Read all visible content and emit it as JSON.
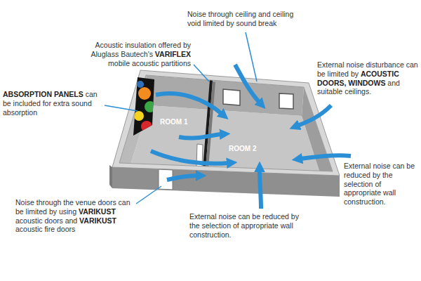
{
  "diagram": {
    "labels": [
      "Acoustic insulation offered by Aluglass Bautech's VARIFLEX mobile acoustic partitions",
      "Noise through ceiling and ceiling void limited by sound break",
      "ABSORPTION PANELS can be included for extra sound absorption",
      "External noise disturbance can be limited by ACOUSTIC DOORS, WINDOWS and suitable ceilings.",
      "ROOM 1",
      "ROOM 2",
      "External noise can be reduced by the selection of appropriate wall construction.",
      "Noise through the venue doors can be limited by using VARIKUST acoustic doors and VARIKUST acoustic fire doors",
      "External noise can be reduced by the selection of appropriate wall construction."
    ]
  }
}
